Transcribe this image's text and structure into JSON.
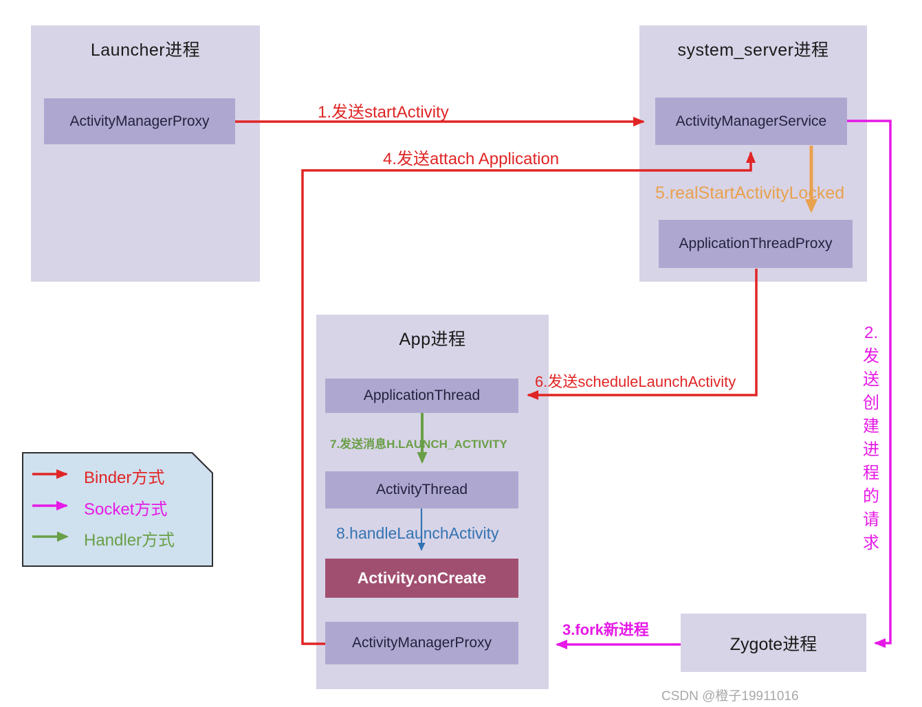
{
  "processes": {
    "launcher": {
      "title": "Launcher进程",
      "nodes": {
        "amp": "ActivityManagerProxy"
      }
    },
    "system_server": {
      "title": "system_server进程",
      "nodes": {
        "ams": "ActivityManagerService",
        "atp": "ApplicationThreadProxy"
      }
    },
    "app": {
      "title": "App进程",
      "nodes": {
        "application_thread": "ApplicationThread",
        "activity_thread": "ActivityThread",
        "activity_oncreate": "Activity.onCreate",
        "amp": "ActivityManagerProxy"
      }
    },
    "zygote": {
      "title": "Zygote进程"
    }
  },
  "steps": {
    "step1": {
      "label": "1.发送startActivity",
      "color": "#e02525",
      "type": "binder"
    },
    "step2": {
      "label": "2.发送创建进程的请求",
      "color": "#e619e6",
      "type": "socket"
    },
    "step3": {
      "label": "3.fork新进程",
      "color": "#e619e6",
      "type": "socket"
    },
    "step4": {
      "label": "4.发送attach Application",
      "color": "#e02525",
      "type": "binder"
    },
    "step5": {
      "label": "5.realStartActivityLocked",
      "color": "#e8a14e",
      "type": "call"
    },
    "step6": {
      "label": "6.发送scheduleLaunchActivity",
      "color": "#e02525",
      "type": "binder"
    },
    "step7": {
      "label": "7.发送消息H.LAUNCH_ACTIVITY",
      "color": "#699f47",
      "type": "handler"
    },
    "step8": {
      "label": "8.handleLaunchActivity",
      "color": "#3273b3",
      "type": "call"
    }
  },
  "legend": {
    "items": [
      {
        "label": "Binder方式",
        "color": "#e02525"
      },
      {
        "label": "Socket方式",
        "color": "#e619e6"
      },
      {
        "label": "Handler方式",
        "color": "#699f47"
      }
    ]
  },
  "watermark": "CSDN @橙子19911016",
  "colors": {
    "process_box": "#d8d4e7",
    "node_box": "#aea7d0",
    "oncreate_box": "#a14f70",
    "legend_bg": "#cfe0ef",
    "legend_border": "#2f2f2f",
    "watermark_gray": "#a8a8a8"
  }
}
